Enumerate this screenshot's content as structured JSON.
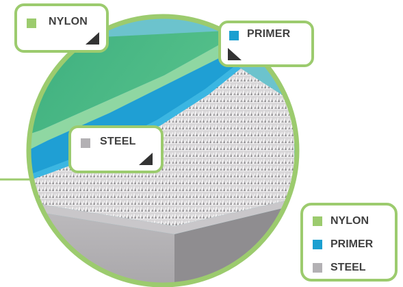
{
  "callouts": {
    "nylon": "NYLON",
    "primer": "PRIMER",
    "steel": "STEEL"
  },
  "legend": {
    "items": [
      {
        "label": "NYLON",
        "color": "#9ccb6e"
      },
      {
        "label": "PRIMER",
        "color": "#1a9fd0"
      },
      {
        "label": "STEEL",
        "color": "#b3b1b4"
      }
    ]
  },
  "colors": {
    "outline": "#9ccb6e",
    "nylon": "#9ccb6e",
    "primer": "#1a9fd0",
    "steel": "#b3b1b4",
    "background_water": "#6cc3cd"
  }
}
